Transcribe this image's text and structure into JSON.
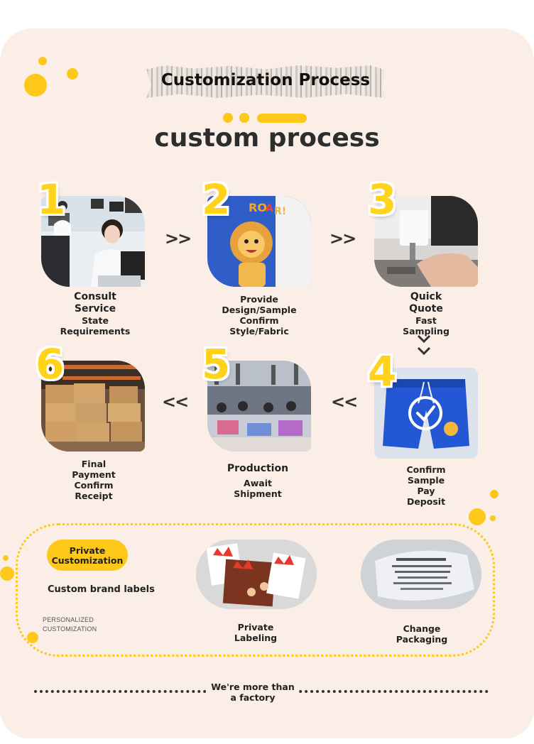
{
  "header": {
    "title": "Customization Process",
    "subtitle": "custom process"
  },
  "steps": [
    {
      "number": "1",
      "title": "Consult\nService",
      "lines": [
        "State",
        "Requirements"
      ],
      "photo": "office-staff-photo"
    },
    {
      "number": "2",
      "title": "",
      "lines": [
        "Provide",
        "Design/Sample",
        "Confirm",
        "Style/Fabric"
      ],
      "photo": "lion-print-photo"
    },
    {
      "number": "3",
      "title": "Quick\nQuote",
      "lines": [
        "Fast",
        "Sampling"
      ],
      "photo": "sewing-machine-photo"
    },
    {
      "number": "4",
      "title": "",
      "lines": [
        "Confirm",
        "Sample",
        "Pay",
        "Deposit"
      ],
      "photo": "blue-shorts-photo"
    },
    {
      "number": "5",
      "title": "Production",
      "lines": [
        "Await",
        "Shipment"
      ],
      "photo": "factory-floor-photo"
    },
    {
      "number": "6",
      "title": "",
      "lines": [
        "Final",
        "Payment",
        "Confirm",
        "Receipt"
      ],
      "photo": "warehouse-boxes-photo"
    }
  ],
  "arrows": {
    "right": ">>",
    "left": "<<",
    "down": "⌄⌄"
  },
  "customization": {
    "badge_line1": "Private",
    "badge_line2": "Customization",
    "brand_labels": "Custom brand labels",
    "personalized_line1": "PERSONALIZED",
    "personalized_line2": "CUSTOMIZATION",
    "private_labeling_1": "Private",
    "private_labeling_2": "Labeling",
    "change_packaging_1": "Change",
    "change_packaging_2": "Packaging"
  },
  "footer": {
    "line1": "We're more than",
    "line2": "a factory"
  },
  "colors": {
    "accent": "#fdc81a",
    "background": "#fbeee6",
    "text": "#222222"
  }
}
